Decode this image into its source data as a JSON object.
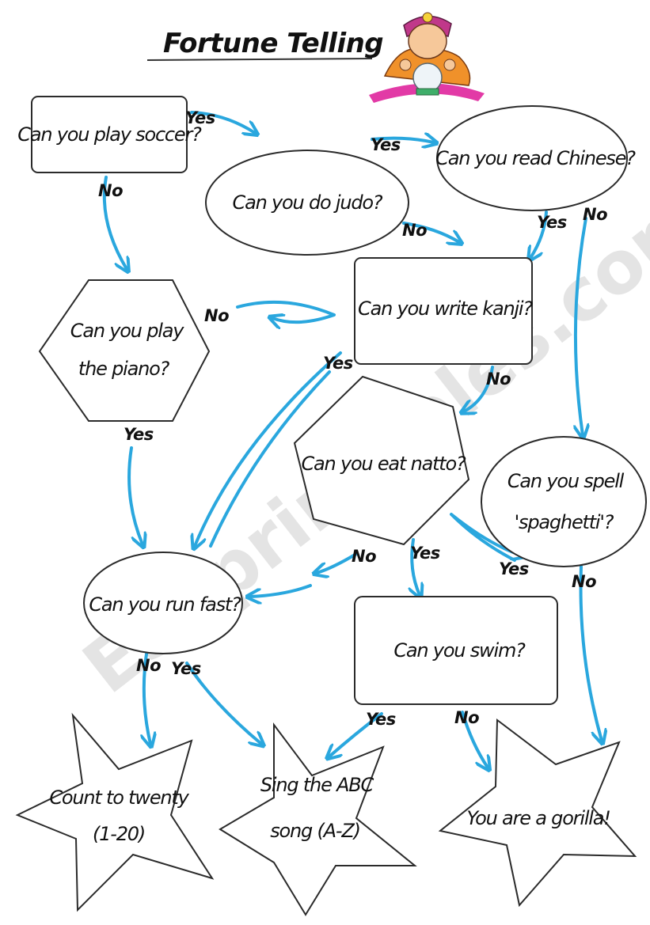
{
  "title": "Fortune Telling",
  "watermark": "ESLprintables.com",
  "nodes": {
    "soccer": "Can you play soccer?",
    "judo": "Can you do judo?",
    "chinese": "Can you read Chinese?",
    "kanji": "Can you write kanji?",
    "piano_line1": "Can you play",
    "piano_line2": "the piano?",
    "natto": "Can you eat natto?",
    "spell_line1": "Can you spell",
    "spell_line2": "'spaghetti'?",
    "run": "Can you run fast?",
    "swim": "Can you swim?",
    "count_line1": "Count to twenty",
    "count_line2": "(1-20)",
    "abc_line1": "Sing the ABC",
    "abc_line2": "song (A-Z)",
    "gorilla": "You are a gorilla!"
  },
  "edge_labels": {
    "soccer_yes": "Yes",
    "soccer_no": "No",
    "judo_yes": "Yes",
    "judo_no": "No",
    "chinese_yes": "Yes",
    "chinese_no": "No",
    "piano_no": "No",
    "piano_yes": "Yes",
    "kanji_yes": "Yes",
    "kanji_no": "No",
    "natto_no": "No",
    "natto_yes": "Yes",
    "spell_yes": "Yes",
    "spell_no": "No",
    "run_no": "No",
    "run_yes": "Yes",
    "swim_yes": "Yes",
    "swim_no": "No"
  },
  "colors": {
    "arrow": "#2aa7de",
    "outline": "#2b2b2b",
    "watermark": "#cfcfcf"
  }
}
